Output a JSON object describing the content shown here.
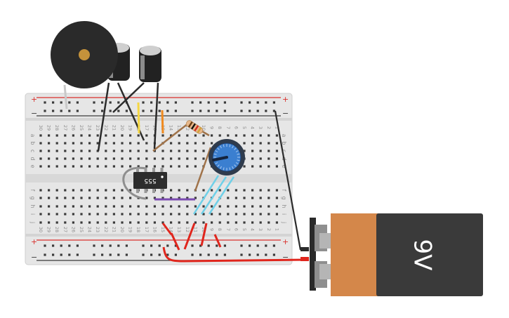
{
  "breadboard": {
    "rail_plus": "+",
    "rail_minus": "−",
    "row_letters_top": [
      "a",
      "b",
      "c",
      "d",
      "e"
    ],
    "row_letters_bottom": [
      "f",
      "g",
      "h",
      "i",
      "j"
    ],
    "column_numbers": [
      "30",
      "29",
      "28",
      "27",
      "26",
      "25",
      "24",
      "23",
      "22",
      "21",
      "20",
      "19",
      "18",
      "17",
      "16",
      "15",
      "14",
      "13",
      "12",
      "11",
      "10",
      "9",
      "8",
      "7",
      "6",
      "5",
      "4",
      "3",
      "2",
      "1"
    ]
  },
  "chip": {
    "label": "555"
  },
  "battery": {
    "label": "9V"
  },
  "colors": {
    "board": "#e6e6e6",
    "rail_red": "#d9302c",
    "rail_blue": "#3b3b3b",
    "wire_red": "#e0261d",
    "wire_black": "#2b2b2b",
    "wire_brown": "#a0734a",
    "wire_cyan": "#6fd0e8",
    "wire_purple": "#7a4bb0",
    "wire_yellow": "#f5d742",
    "wire_orange": "#f08a1f",
    "battery_label_bg": "#d4874a",
    "battery_body": "#3a3a3a"
  }
}
